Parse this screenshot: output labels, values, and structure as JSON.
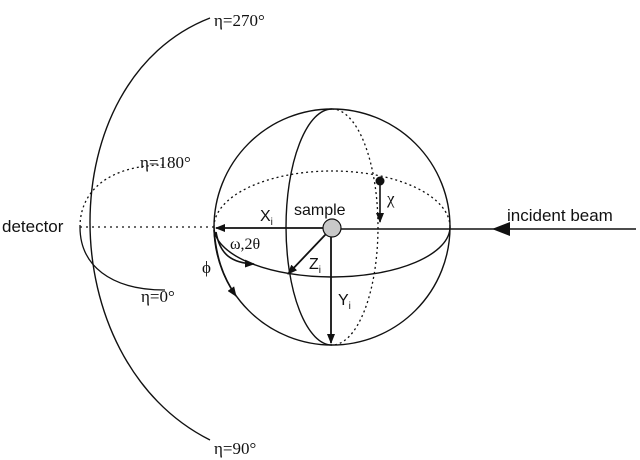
{
  "labels": {
    "eta_270": "η=270°",
    "eta_180": "η=180°",
    "eta_0": "η=0°",
    "eta_90": "η=90°",
    "detector": "detector",
    "incident_beam": "incident beam",
    "sample": "sample",
    "x_axis_main": "X",
    "x_axis_sub": "i",
    "y_axis_main": "Y",
    "y_axis_sub": "i",
    "z_axis_main": "Z",
    "z_axis_sub": "i",
    "chi": "χ",
    "omega_2theta": "ω,2θ",
    "phi": "ϕ"
  },
  "colors": {
    "line": "#111111",
    "sample_fill": "#c8c8c8",
    "background": "#ffffff"
  }
}
